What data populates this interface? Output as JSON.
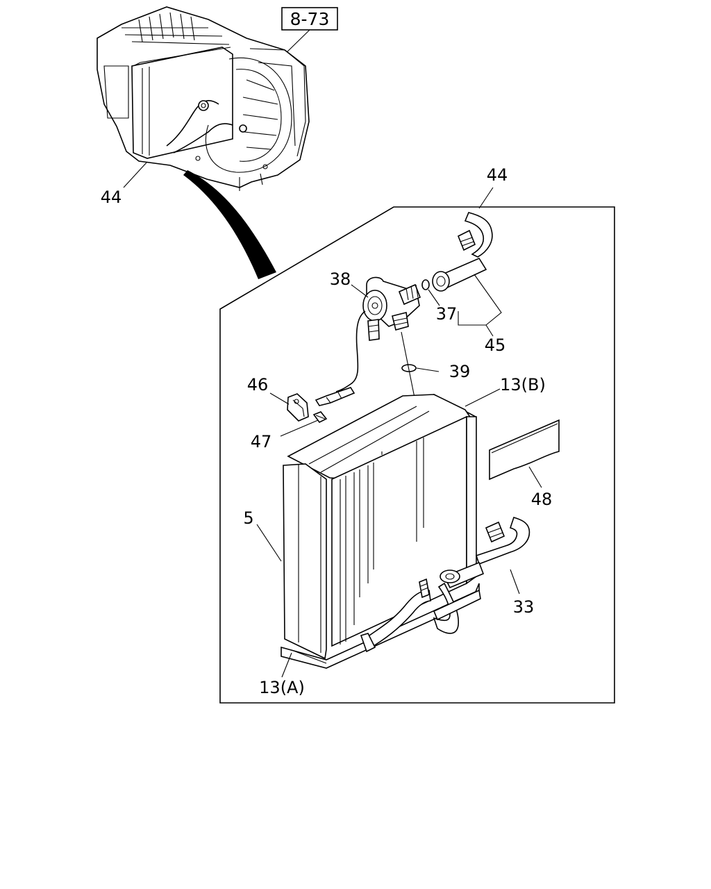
{
  "diagram": {
    "ref_box": "8-73",
    "labels": {
      "assembly_44": "44",
      "detail_44": "44",
      "p38": "38",
      "p37": "37",
      "p45": "45",
      "p39": "39",
      "p46": "46",
      "p47": "47",
      "p13b": "13(B)",
      "p48": "48",
      "p5": "5",
      "p33": "33",
      "p13a": "13(A)"
    }
  }
}
